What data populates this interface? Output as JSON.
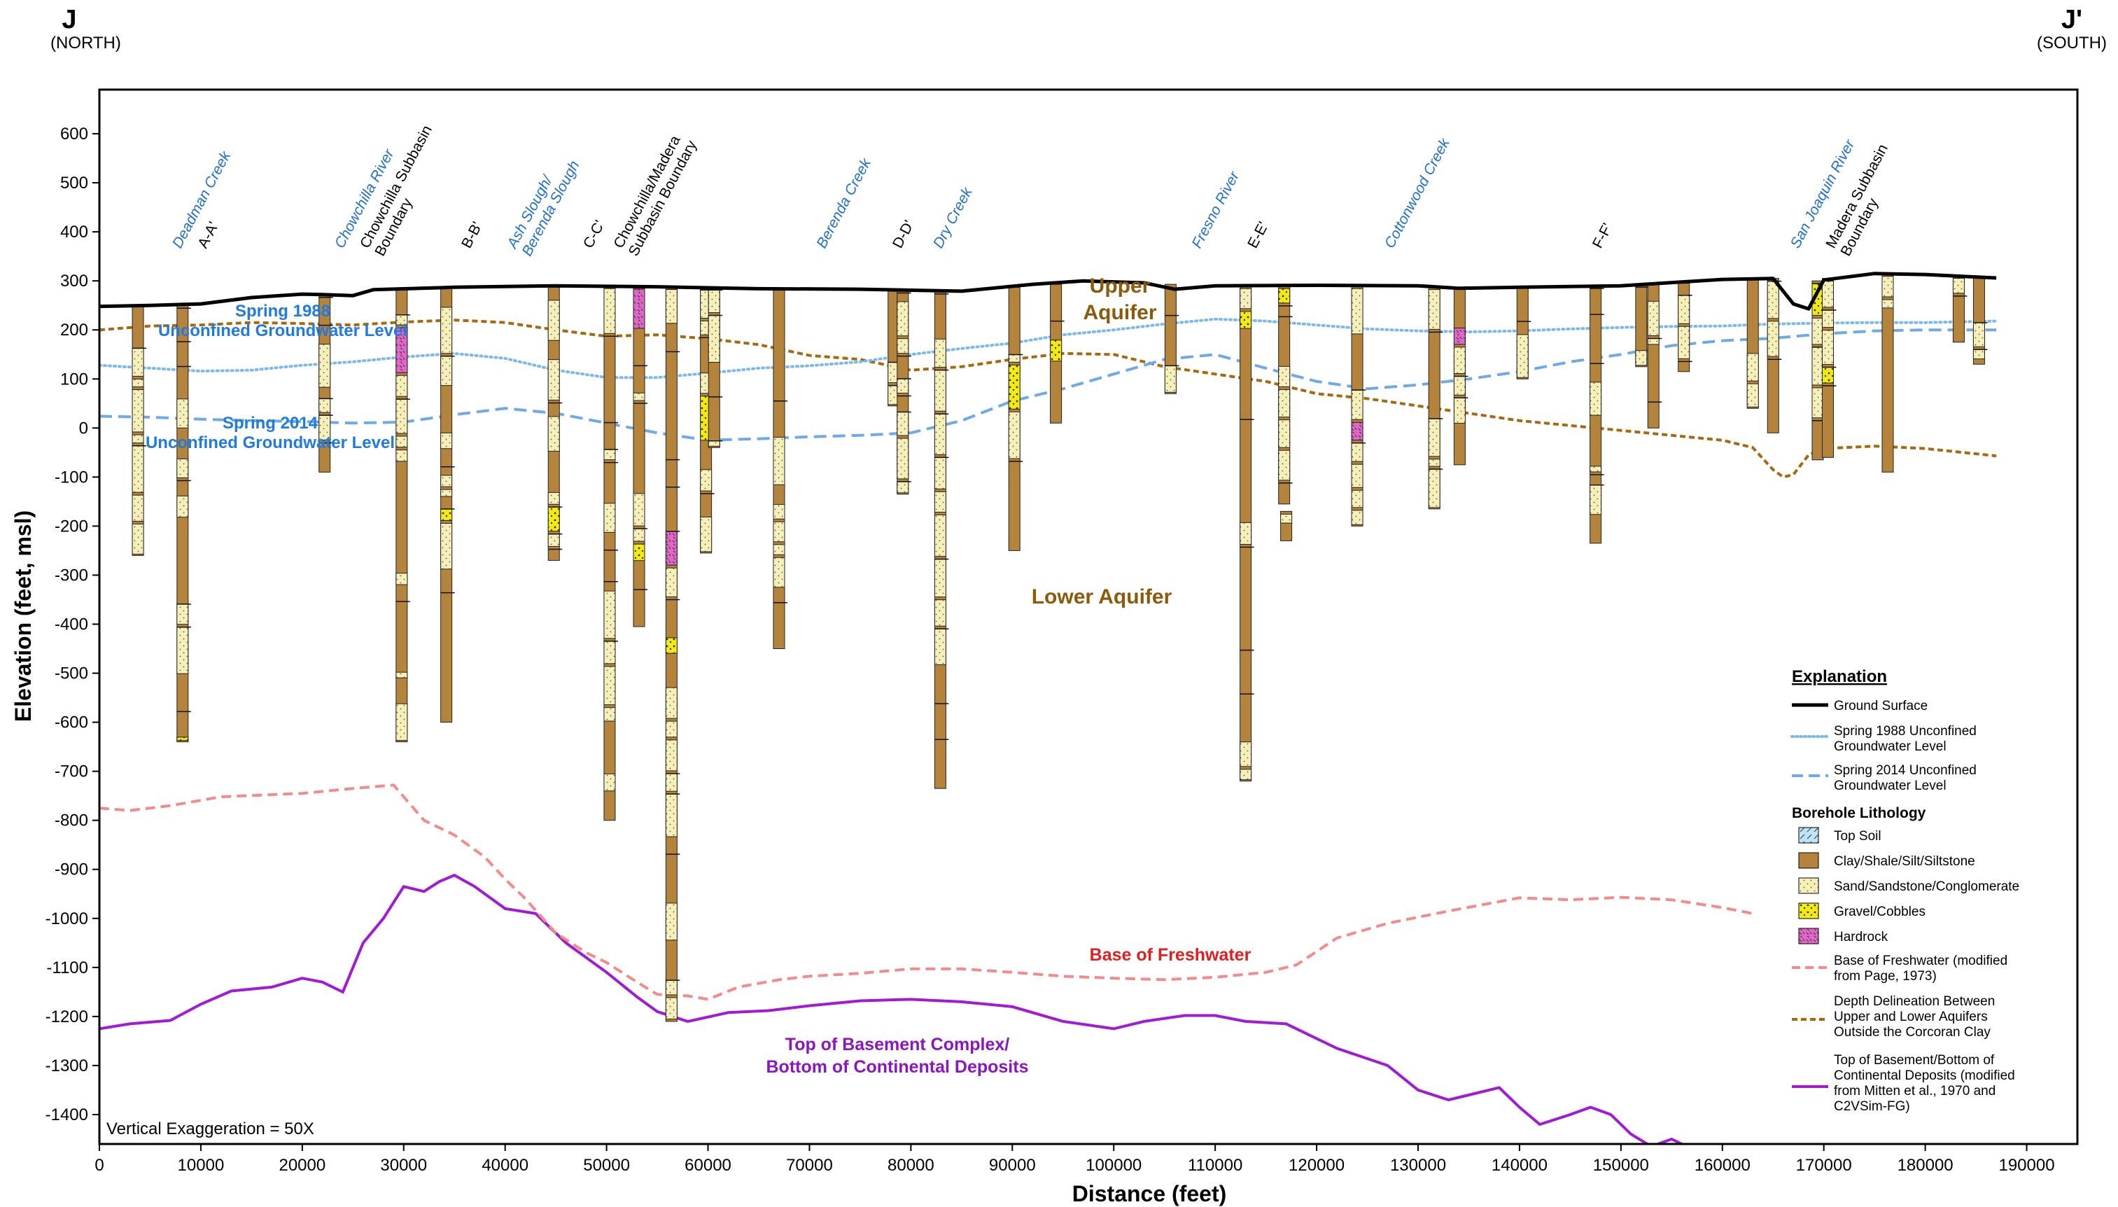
{
  "section": {
    "left_label": "J",
    "left_sublabel": "(NORTH)",
    "right_label": "J'",
    "right_sublabel": "(SOUTH)",
    "x_axis_label": "Distance (feet)",
    "y_axis_label": "Elevation (feet, msl)",
    "vertical_exaggeration": "Vertical Exaggeration = 50X",
    "x_ticks": [
      "0",
      "10000",
      "20000",
      "30000",
      "40000",
      "50000",
      "60000",
      "70000",
      "80000",
      "90000",
      "100000",
      "110000",
      "120000",
      "130000",
      "140000",
      "150000",
      "160000",
      "170000",
      "180000",
      "190000"
    ],
    "y_ticks": [
      "600",
      "500",
      "400",
      "300",
      "200",
      "100",
      "0",
      "-100",
      "-200",
      "-300",
      "-400",
      "-500",
      "-600",
      "-700",
      "-800",
      "-900",
      "-1000",
      "-1100",
      "-1200",
      "-1300",
      "-1400"
    ],
    "x_range": [
      0,
      195000
    ],
    "y_range": [
      -1460,
      690
    ]
  },
  "annotations": {
    "upper_aquifer": [
      "Upper",
      "Aquifer"
    ],
    "lower_aquifer": "Lower Aquifer",
    "spring_1988": [
      "Spring 1988",
      "Unconfined Groundwater Level"
    ],
    "spring_2014": [
      "Spring 2014",
      "Unconfined Groundwater Level"
    ],
    "base_freshwater": "Base of Freshwater",
    "basement": [
      "Top of Basement Complex/",
      "Bottom of Continental Deposits"
    ]
  },
  "features": [
    {
      "x": 8000,
      "lines": [
        "Deadman Creek"
      ],
      "color": "#1f6fd1",
      "italic": true
    },
    {
      "x": 10500,
      "lines": [
        "A-A'"
      ],
      "color": "#000000",
      "italic": false
    },
    {
      "x": 24000,
      "lines": [
        "Chowchilla River"
      ],
      "color": "#1f6fd1",
      "italic": true
    },
    {
      "x": 26500,
      "lines": [
        "Chowchilla Subbasin",
        "Boundary"
      ],
      "color": "#000000",
      "italic": false
    },
    {
      "x": 36500,
      "lines": [
        "B-B'"
      ],
      "color": "#000000",
      "italic": false
    },
    {
      "x": 41000,
      "lines": [
        "Ash Slough/",
        "Berenda Slough"
      ],
      "color": "#1f6fd1",
      "italic": true
    },
    {
      "x": 48500,
      "lines": [
        "C-C'"
      ],
      "color": "#000000",
      "italic": false
    },
    {
      "x": 51500,
      "lines": [
        "Chowchilla/Madera",
        "Subbasin Boundary"
      ],
      "color": "#000000",
      "italic": false
    },
    {
      "x": 71500,
      "lines": [
        "Berenda Creek"
      ],
      "color": "#1f6fd1",
      "italic": true
    },
    {
      "x": 79000,
      "lines": [
        "D-D'"
      ],
      "color": "#000000",
      "italic": false
    },
    {
      "x": 83000,
      "lines": [
        "Dry Creek"
      ],
      "color": "#1f6fd1",
      "italic": true
    },
    {
      "x": 108500,
      "lines": [
        "Fresno River"
      ],
      "color": "#1f6fd1",
      "italic": true
    },
    {
      "x": 114000,
      "lines": [
        "E-E'"
      ],
      "color": "#000000",
      "italic": false
    },
    {
      "x": 127500,
      "lines": [
        "Cottonwood Creek"
      ],
      "color": "#1f6fd1",
      "italic": true
    },
    {
      "x": 148000,
      "lines": [
        "F-F'"
      ],
      "color": "#000000",
      "italic": false
    },
    {
      "x": 167500,
      "lines": [
        "San Joaquin River"
      ],
      "color": "#1f6fd1",
      "italic": true
    },
    {
      "x": 171000,
      "lines": [
        "Madera Subbasin",
        "Boundary"
      ],
      "color": "#000000",
      "italic": false
    }
  ],
  "legend": {
    "title": "Explanation",
    "ground_surface": "Ground Surface",
    "spring_1988": [
      "Spring 1988 Unconfined",
      "Groundwater Level"
    ],
    "spring_2014": [
      "Spring 2014 Unconfined",
      "Groundwater Level"
    ],
    "lithology_title": "Borehole Lithology",
    "top_soil": "Top Soil",
    "clay": "Clay/Shale/Silt/Siltstone",
    "sand": "Sand/Sandstone/Conglomerate",
    "gravel": "Gravel/Cobbles",
    "hardrock": "Hardrock",
    "base_freshwater": [
      "Base of Freshwater (modified",
      "from Page, 1973)"
    ],
    "depth_delineation": [
      "Depth Delineation Between",
      "Upper and Lower Aquifers",
      "Outside the Corcoran Clay"
    ],
    "basement": [
      "Top of Basement/Bottom of",
      "Continental Deposits (modified",
      "from Mitten et al., 1970 and",
      "C2VSim-FG)"
    ]
  },
  "colors": {
    "ground": "#000000",
    "gw1988": "#7ab8f0",
    "gw2014": "#6fa9e8",
    "delineation": "#a8690e",
    "freshwater": "#f58a8a",
    "basement": "#a11ad6",
    "clay": "#b5843c",
    "sand": "#f6efb8",
    "gravel": "#f2ea10",
    "hardrock": "#e066c8",
    "topsoil": "#bfe3f7",
    "blue_text": "#1f7be0",
    "upper_text": "#8b5a0a",
    "red_text": "#e0201f",
    "purple_text": "#8a16c0"
  },
  "chart_data": {
    "type": "line",
    "x_unit": "feet",
    "y_unit": "feet, msl",
    "ground_surface": [
      [
        0,
        248
      ],
      [
        5000,
        250
      ],
      [
        10000,
        253
      ],
      [
        15000,
        266
      ],
      [
        20000,
        273
      ],
      [
        22000,
        272
      ],
      [
        25000,
        270
      ],
      [
        27000,
        282
      ],
      [
        35000,
        287
      ],
      [
        45000,
        290
      ],
      [
        55000,
        288
      ],
      [
        65000,
        284
      ],
      [
        75000,
        283
      ],
      [
        80000,
        281
      ],
      [
        85000,
        279
      ],
      [
        92000,
        293
      ],
      [
        97000,
        300
      ],
      [
        103000,
        296
      ],
      [
        106000,
        283
      ],
      [
        110000,
        290
      ],
      [
        120000,
        291
      ],
      [
        130000,
        290
      ],
      [
        134000,
        285
      ],
      [
        140000,
        287
      ],
      [
        150000,
        290
      ],
      [
        160000,
        303
      ],
      [
        165000,
        305
      ],
      [
        167000,
        253
      ],
      [
        168500,
        243
      ],
      [
        170000,
        302
      ],
      [
        175000,
        315
      ],
      [
        180000,
        313
      ],
      [
        187000,
        306
      ]
    ],
    "spring_1988": [
      [
        0,
        128
      ],
      [
        5000,
        122
      ],
      [
        10000,
        116
      ],
      [
        15000,
        118
      ],
      [
        20000,
        128
      ],
      [
        25000,
        135
      ],
      [
        30000,
        145
      ],
      [
        35000,
        152
      ],
      [
        40000,
        142
      ],
      [
        45000,
        118
      ],
      [
        50000,
        103
      ],
      [
        55000,
        103
      ],
      [
        60000,
        112
      ],
      [
        65000,
        122
      ],
      [
        70000,
        127
      ],
      [
        75000,
        135
      ],
      [
        80000,
        150
      ],
      [
        85000,
        162
      ],
      [
        90000,
        173
      ],
      [
        95000,
        190
      ],
      [
        100000,
        200
      ],
      [
        105000,
        212
      ],
      [
        110000,
        222
      ],
      [
        115000,
        218
      ],
      [
        120000,
        210
      ],
      [
        125000,
        202
      ],
      [
        130000,
        198
      ],
      [
        135000,
        196
      ],
      [
        140000,
        198
      ],
      [
        145000,
        202
      ],
      [
        150000,
        205
      ],
      [
        155000,
        207
      ],
      [
        160000,
        208
      ],
      [
        165000,
        212
      ],
      [
        170000,
        214
      ],
      [
        175000,
        215
      ],
      [
        180000,
        215
      ],
      [
        187000,
        218
      ]
    ],
    "spring_2014": [
      [
        0,
        24
      ],
      [
        5000,
        22
      ],
      [
        10000,
        18
      ],
      [
        15000,
        15
      ],
      [
        20000,
        13
      ],
      [
        25000,
        10
      ],
      [
        30000,
        12
      ],
      [
        35000,
        27
      ],
      [
        40000,
        40
      ],
      [
        45000,
        30
      ],
      [
        50000,
        10
      ],
      [
        55000,
        -10
      ],
      [
        60000,
        -25
      ],
      [
        65000,
        -22
      ],
      [
        70000,
        -18
      ],
      [
        75000,
        -15
      ],
      [
        80000,
        -10
      ],
      [
        85000,
        15
      ],
      [
        90000,
        55
      ],
      [
        95000,
        80
      ],
      [
        100000,
        110
      ],
      [
        105000,
        140
      ],
      [
        110000,
        150
      ],
      [
        115000,
        122
      ],
      [
        120000,
        95
      ],
      [
        125000,
        80
      ],
      [
        130000,
        88
      ],
      [
        135000,
        100
      ],
      [
        140000,
        115
      ],
      [
        145000,
        135
      ],
      [
        150000,
        150
      ],
      [
        155000,
        168
      ],
      [
        160000,
        178
      ],
      [
        165000,
        183
      ],
      [
        170000,
        192
      ],
      [
        175000,
        198
      ],
      [
        180000,
        200
      ],
      [
        187000,
        200
      ]
    ],
    "depth_delineation": [
      [
        0,
        200
      ],
      [
        5000,
        208
      ],
      [
        10000,
        210
      ],
      [
        15000,
        215
      ],
      [
        20000,
        213
      ],
      [
        25000,
        210
      ],
      [
        30000,
        216
      ],
      [
        35000,
        220
      ],
      [
        40000,
        215
      ],
      [
        45000,
        200
      ],
      [
        50000,
        187
      ],
      [
        55000,
        190
      ],
      [
        60000,
        182
      ],
      [
        65000,
        170
      ],
      [
        70000,
        148
      ],
      [
        75000,
        140
      ],
      [
        80000,
        118
      ],
      [
        85000,
        125
      ],
      [
        90000,
        140
      ],
      [
        95000,
        152
      ],
      [
        100000,
        150
      ],
      [
        105000,
        125
      ],
      [
        110000,
        110
      ],
      [
        115000,
        95
      ],
      [
        120000,
        70
      ],
      [
        125000,
        60
      ],
      [
        130000,
        45
      ],
      [
        135000,
        30
      ],
      [
        140000,
        15
      ],
      [
        145000,
        5
      ],
      [
        150000,
        -5
      ],
      [
        155000,
        -15
      ],
      [
        160000,
        -25
      ],
      [
        163000,
        -40
      ],
      [
        165000,
        -85
      ],
      [
        166000,
        -100
      ],
      [
        167000,
        -95
      ],
      [
        168500,
        -55
      ],
      [
        170000,
        -42
      ],
      [
        175000,
        -37
      ],
      [
        180000,
        -42
      ],
      [
        187000,
        -57
      ]
    ],
    "base_freshwater": [
      [
        0,
        -775
      ],
      [
        3000,
        -780
      ],
      [
        7000,
        -770
      ],
      [
        12000,
        -752
      ],
      [
        20000,
        -745
      ],
      [
        25000,
        -735
      ],
      [
        29000,
        -728
      ],
      [
        32000,
        -800
      ],
      [
        35000,
        -830
      ],
      [
        38000,
        -875
      ],
      [
        40000,
        -920
      ],
      [
        42000,
        -960
      ],
      [
        45000,
        -1030
      ],
      [
        48000,
        -1070
      ],
      [
        50000,
        -1090
      ],
      [
        53000,
        -1130
      ],
      [
        55000,
        -1155
      ],
      [
        58000,
        -1158
      ],
      [
        60000,
        -1165
      ],
      [
        63000,
        -1140
      ],
      [
        67000,
        -1125
      ],
      [
        70000,
        -1118
      ],
      [
        75000,
        -1112
      ],
      [
        80000,
        -1103
      ],
      [
        85000,
        -1103
      ],
      [
        90000,
        -1110
      ],
      [
        95000,
        -1118
      ],
      [
        100000,
        -1122
      ],
      [
        105000,
        -1125
      ],
      [
        110000,
        -1120
      ],
      [
        115000,
        -1110
      ],
      [
        118000,
        -1095
      ],
      [
        122000,
        -1040
      ],
      [
        127000,
        -1010
      ],
      [
        133000,
        -985
      ],
      [
        140000,
        -958
      ],
      [
        145000,
        -962
      ],
      [
        150000,
        -957
      ],
      [
        155000,
        -962
      ],
      [
        160000,
        -978
      ],
      [
        163000,
        -990
      ]
    ],
    "basement": [
      [
        0,
        -1225
      ],
      [
        3000,
        -1215
      ],
      [
        7000,
        -1208
      ],
      [
        10000,
        -1175
      ],
      [
        13000,
        -1148
      ],
      [
        17000,
        -1140
      ],
      [
        20000,
        -1122
      ],
      [
        22000,
        -1130
      ],
      [
        24000,
        -1150
      ],
      [
        25000,
        -1100
      ],
      [
        26000,
        -1050
      ],
      [
        28000,
        -1000
      ],
      [
        30000,
        -935
      ],
      [
        32000,
        -945
      ],
      [
        33500,
        -925
      ],
      [
        35000,
        -912
      ],
      [
        37000,
        -935
      ],
      [
        40000,
        -980
      ],
      [
        43000,
        -990
      ],
      [
        46000,
        -1050
      ],
      [
        50000,
        -1110
      ],
      [
        53000,
        -1160
      ],
      [
        55000,
        -1190
      ],
      [
        58000,
        -1210
      ],
      [
        62000,
        -1192
      ],
      [
        66000,
        -1188
      ],
      [
        70000,
        -1178
      ],
      [
        75000,
        -1168
      ],
      [
        80000,
        -1165
      ],
      [
        85000,
        -1170
      ],
      [
        90000,
        -1180
      ],
      [
        95000,
        -1210
      ],
      [
        100000,
        -1225
      ],
      [
        103000,
        -1210
      ],
      [
        107000,
        -1198
      ],
      [
        110000,
        -1198
      ],
      [
        113000,
        -1210
      ],
      [
        117000,
        -1215
      ],
      [
        122000,
        -1265
      ],
      [
        127000,
        -1300
      ],
      [
        130000,
        -1350
      ],
      [
        133000,
        -1370
      ],
      [
        135000,
        -1360
      ],
      [
        138000,
        -1345
      ],
      [
        140000,
        -1385
      ],
      [
        142000,
        -1420
      ],
      [
        145000,
        -1400
      ],
      [
        147000,
        -1385
      ],
      [
        149000,
        -1400
      ],
      [
        151000,
        -1440
      ],
      [
        153000,
        -1465
      ],
      [
        155000,
        -1450
      ],
      [
        156000,
        -1460
      ]
    ],
    "boreholes": [
      {
        "x": 3800,
        "top": 248,
        "bottom": -260
      },
      {
        "x": 8200,
        "top": 250,
        "bottom": -640
      },
      {
        "x": 22200,
        "top": 272,
        "bottom": -90
      },
      {
        "x": 29800,
        "top": 282,
        "bottom": -640
      },
      {
        "x": 34200,
        "top": 286,
        "bottom": -600
      },
      {
        "x": 44800,
        "top": 289,
        "bottom": -270
      },
      {
        "x": 50300,
        "top": 290,
        "bottom": -800
      },
      {
        "x": 53200,
        "top": 289,
        "bottom": -405
      },
      {
        "x": 56400,
        "top": 288,
        "bottom": -1210
      },
      {
        "x": 59800,
        "top": 287,
        "bottom": -255
      },
      {
        "x": 60600,
        "top": 287,
        "bottom": -40
      },
      {
        "x": 67000,
        "top": 284,
        "bottom": -450
      },
      {
        "x": 78300,
        "top": 281,
        "bottom": 45
      },
      {
        "x": 79200,
        "top": 281,
        "bottom": -135
      },
      {
        "x": 82900,
        "top": 279,
        "bottom": -735
      },
      {
        "x": 90200,
        "top": 287,
        "bottom": -250
      },
      {
        "x": 94300,
        "top": 293,
        "bottom": 10
      },
      {
        "x": 105600,
        "top": 293,
        "bottom": 70
      },
      {
        "x": 113000,
        "top": 290,
        "bottom": -720
      },
      {
        "x": 116800,
        "top": 290,
        "bottom": -155
      },
      {
        "x": 117000,
        "top": -170,
        "bottom": -230
      },
      {
        "x": 124000,
        "top": 290,
        "bottom": -200
      },
      {
        "x": 131600,
        "top": 288,
        "bottom": -165
      },
      {
        "x": 134100,
        "top": 285,
        "bottom": -75
      },
      {
        "x": 140300,
        "top": 287,
        "bottom": 100
      },
      {
        "x": 147500,
        "top": 290,
        "bottom": -235
      },
      {
        "x": 152000,
        "top": 293,
        "bottom": 125
      },
      {
        "x": 153200,
        "top": 294,
        "bottom": 0
      },
      {
        "x": 156200,
        "top": 295,
        "bottom": 115
      },
      {
        "x": 163000,
        "top": 302,
        "bottom": 40
      },
      {
        "x": 165000,
        "top": 305,
        "bottom": -10
      },
      {
        "x": 169400,
        "top": 300,
        "bottom": -65
      },
      {
        "x": 170400,
        "top": 305,
        "bottom": -60
      },
      {
        "x": 176300,
        "top": 315,
        "bottom": -90
      },
      {
        "x": 183300,
        "top": 311,
        "bottom": 175
      },
      {
        "x": 185300,
        "top": 309,
        "bottom": 130
      }
    ]
  }
}
